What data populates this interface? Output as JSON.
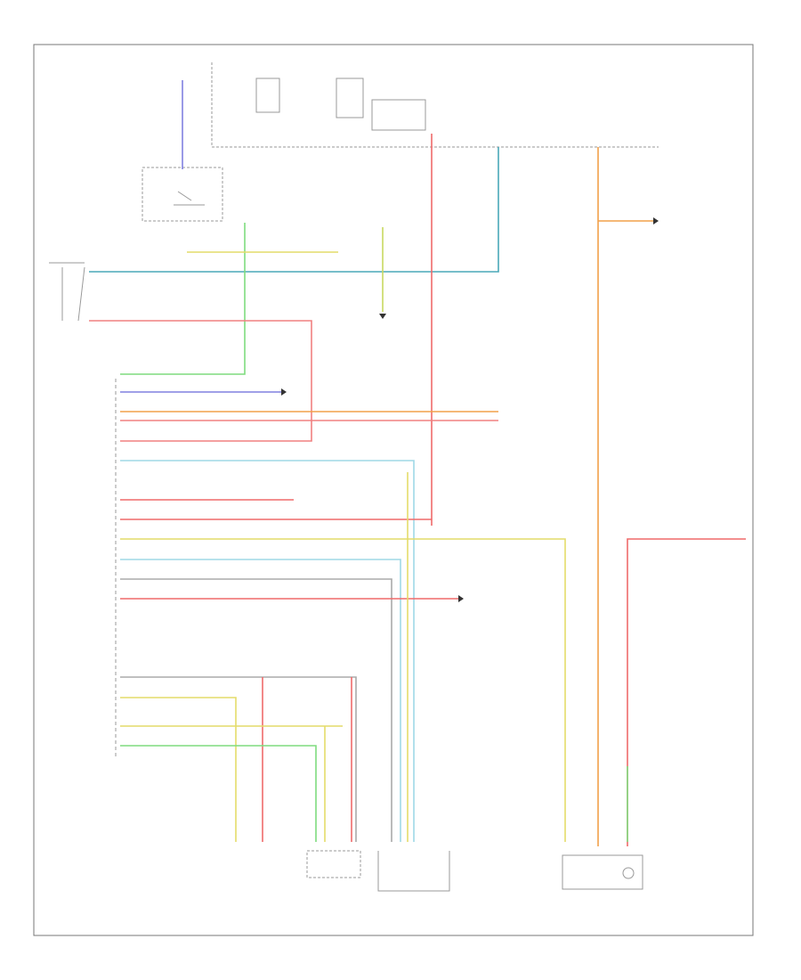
{
  "diagram": {
    "kind": "automotive wiring schematic",
    "footer_code": "",
    "colors": {
      "red": "#ef6a6a",
      "pink": "#f08080",
      "orange": "#f2a04a",
      "yellow": "#e4dc6a",
      "green": "#7fdc7f",
      "light_blue": "#9fd8e6",
      "teal": "#4aa8b8",
      "blue_violet": "#8080e0",
      "gray": "#aaaaaa",
      "black": "#333333"
    },
    "components": [
      {
        "id": "ignition-switch",
        "label": ""
      },
      {
        "id": "data-link-connector",
        "label": ""
      },
      {
        "id": "central-junction-box",
        "label": ""
      },
      {
        "id": "transmission-range-sensor",
        "label": ""
      },
      {
        "id": "powertrain-control-module",
        "label": ""
      },
      {
        "id": "instrument-cluster-connector",
        "label": ""
      },
      {
        "id": "output-shaft-speed-sensor",
        "label": ""
      },
      {
        "id": "throttle-position-sensor",
        "label": ""
      },
      {
        "id": "fuse-relay-box",
        "label": ""
      },
      {
        "id": "brake-switch",
        "label": ""
      },
      {
        "id": "transmission-fluid-temp-sensor",
        "label": ""
      }
    ]
  }
}
